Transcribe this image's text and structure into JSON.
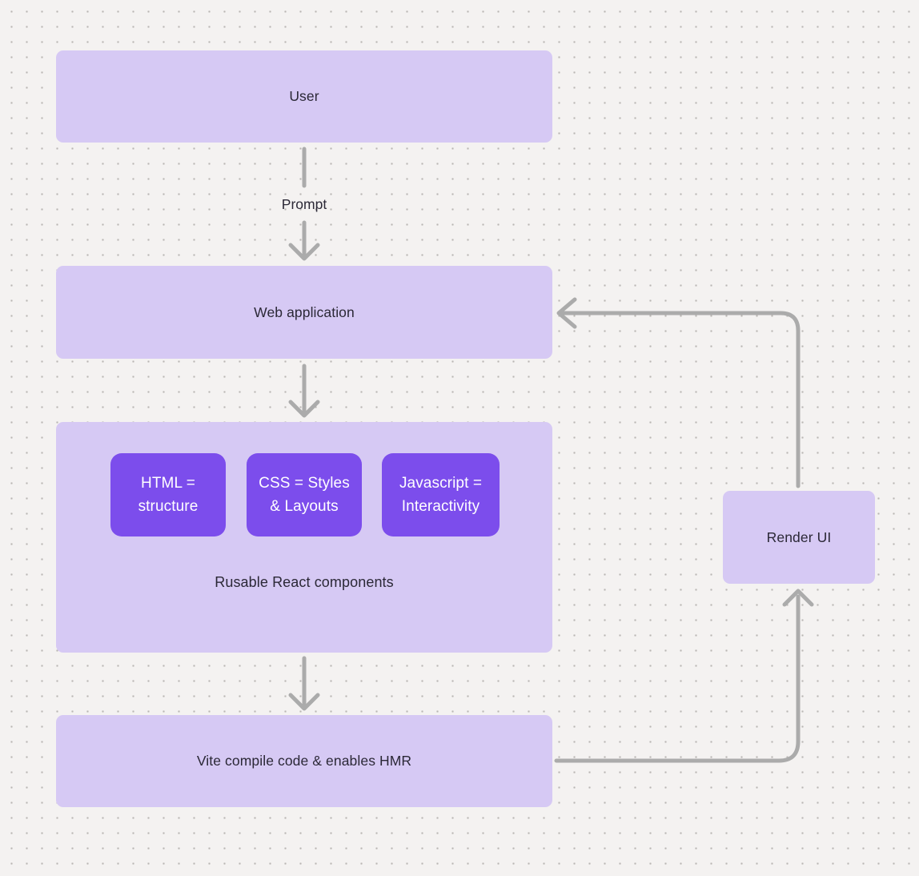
{
  "canvas": {
    "background_color": "#f4f2f1",
    "dot_color": "#b9b6b3"
  },
  "colors": {
    "node_fill": "#d6c9f4",
    "accent_fill": "#7c4dec",
    "arrow": "#ababab",
    "text": "#2b2836",
    "text_on_accent": "#ffffff"
  },
  "nodes": {
    "user": {
      "label": "User"
    },
    "web_app": {
      "label": "Web application"
    },
    "components": {
      "caption": "Rusable React components",
      "children": [
        {
          "line1": "HTML =",
          "line2": "structure"
        },
        {
          "line1": "CSS = Styles",
          "line2": "& Layouts"
        },
        {
          "line1": "Javascript =",
          "line2": "Interactivity"
        }
      ]
    },
    "vite": {
      "label": "Vite compile code & enables HMR"
    },
    "render_ui": {
      "label": "Render UI"
    }
  },
  "edges": {
    "prompt_label": "Prompt"
  }
}
